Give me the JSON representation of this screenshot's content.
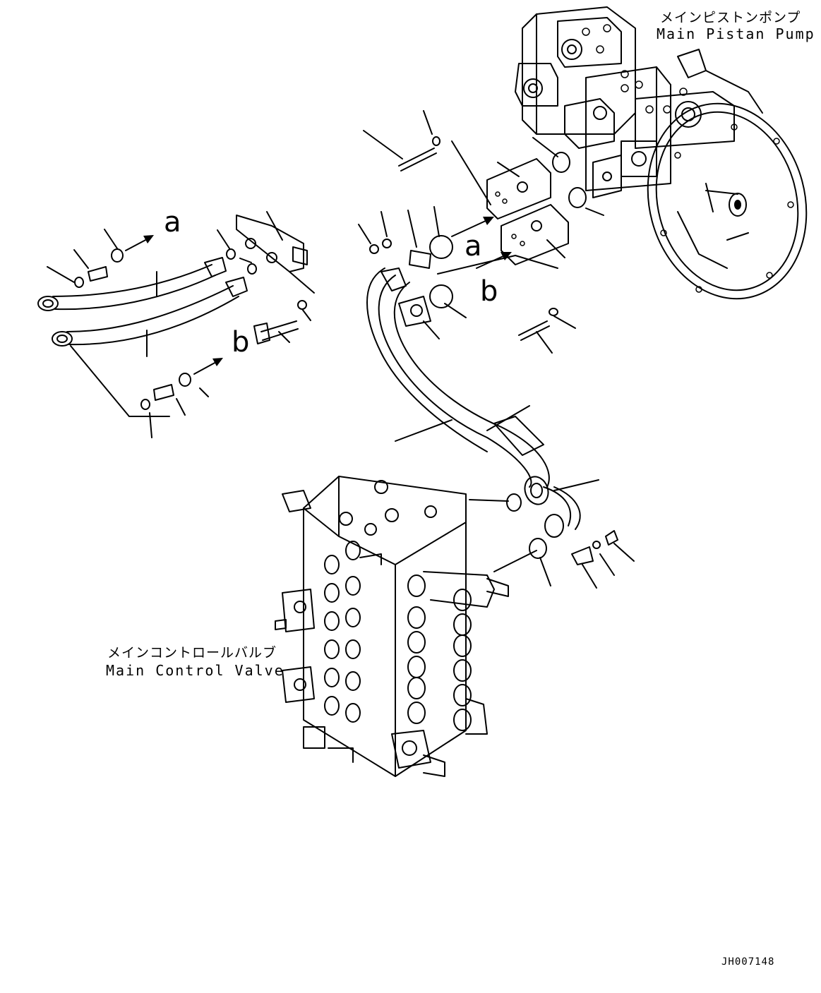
{
  "labels": {
    "pump_jp": "メインピストンポンプ",
    "pump_en": "Main Pistan Pump",
    "valve_jp": "メインコントロールバルブ",
    "valve_en": "Main Control Valve",
    "ref_a": "a",
    "ref_b": "b",
    "drawing_code": "JH007148"
  }
}
